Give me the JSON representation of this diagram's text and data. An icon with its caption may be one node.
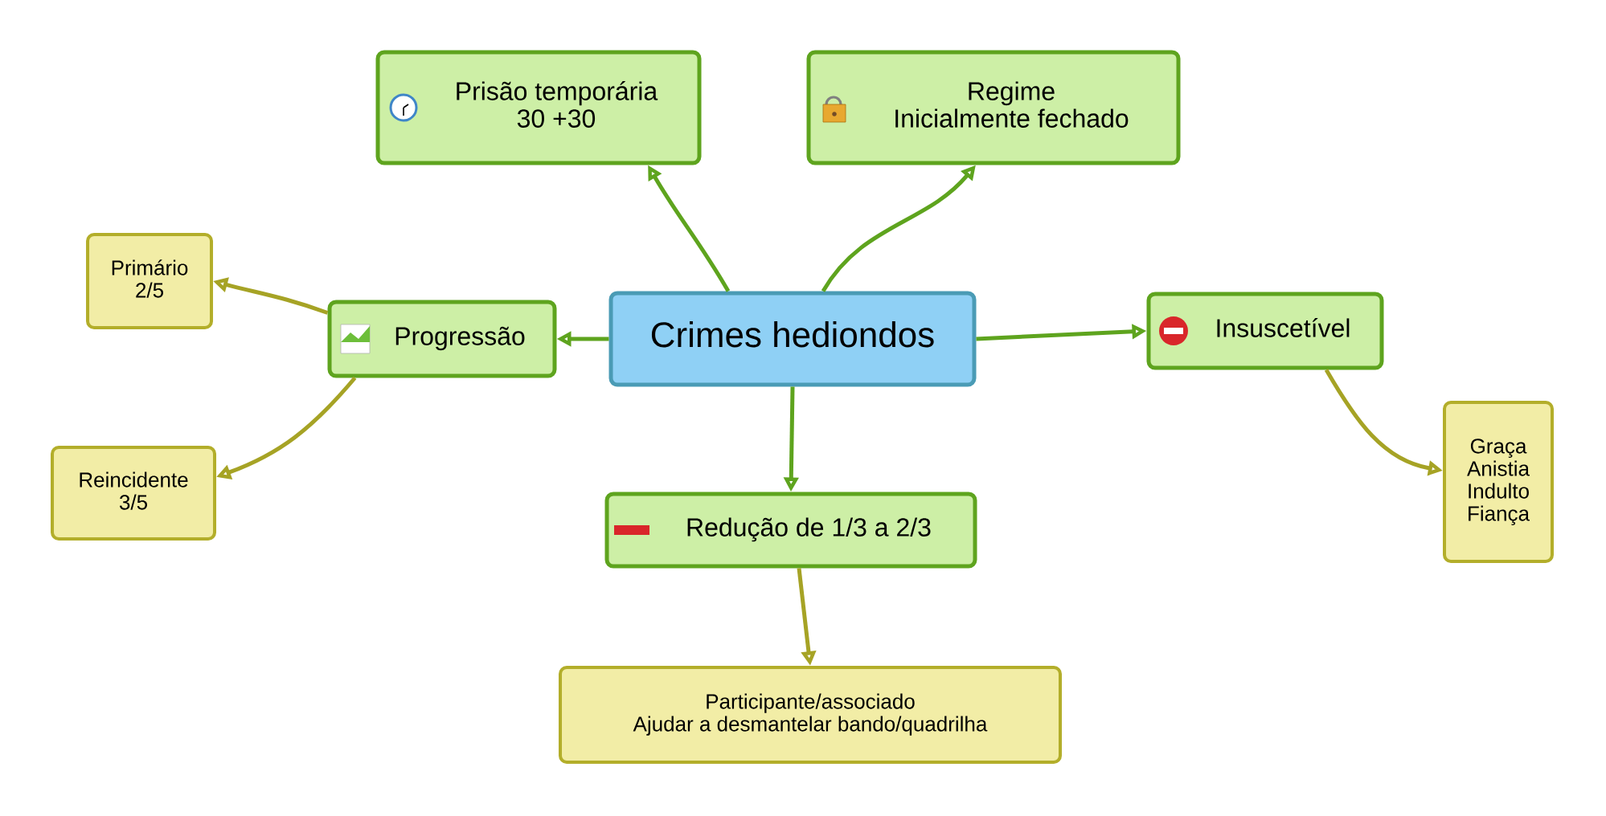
{
  "diagram": {
    "nodes": [
      {
        "text": [
          "Crimes hediondos"
        ]
      },
      {
        "text": [
          "Prisão temporária",
          "30 +30"
        ]
      },
      {
        "text": [
          "Regime",
          "Inicialmente fechado"
        ]
      },
      {
        "text": [
          "Progressão"
        ]
      },
      {
        "text": [
          "Insuscetível"
        ]
      },
      {
        "text": [
          "Redução de 1/3 a 2/3"
        ]
      },
      {
        "text": [
          "Primário",
          "2/5"
        ]
      },
      {
        "text": [
          "Reincidente",
          "3/5"
        ]
      },
      {
        "text": [
          "Graça",
          "Anistia",
          "Indulto",
          "Fiança"
        ]
      },
      {
        "text": [
          "Participante/associado",
          "Ajudar a desmantelar bando/quadrilha"
        ]
      }
    ],
    "edges": [
      {
        "from": 0,
        "to": 1,
        "arrow": "to"
      },
      {
        "from": 0,
        "to": 2,
        "arrow": "to"
      },
      {
        "from": 0,
        "to": 3,
        "arrow": "to"
      },
      {
        "from": 0,
        "to": 4,
        "arrow": "to"
      },
      {
        "from": 0,
        "to": 5,
        "arrow": "to"
      },
      {
        "from": 3,
        "to": 6,
        "arrow": "to",
        "color": "#a6a325"
      },
      {
        "from": 3,
        "to": 7,
        "arrow": "to",
        "color": "#a6a325"
      },
      {
        "from": 4,
        "to": 8,
        "arrow": "to",
        "color": "#a6a325"
      },
      {
        "from": 5,
        "to": 9,
        "arrow": "to",
        "color": "#a6a325"
      }
    ]
  }
}
